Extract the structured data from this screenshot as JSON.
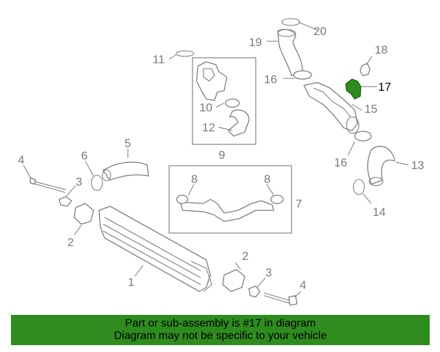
{
  "colors": {
    "banner": "#2e8b1e",
    "highlight_part": "#2e8b1e",
    "line": "#8a8a8a",
    "label": "#7a7a7a"
  },
  "callouts": {
    "c1": "1",
    "c2a": "2",
    "c2b": "2",
    "c3a": "3",
    "c3b": "3",
    "c4a": "4",
    "c4b": "4",
    "c5": "5",
    "c6": "6",
    "c7": "7",
    "c8a": "8",
    "c8b": "8",
    "c9": "9",
    "c10": "10",
    "c11": "11",
    "c12": "12",
    "c13": "13",
    "c14": "14",
    "c15": "15",
    "c16a": "16",
    "c16b": "16",
    "c17": "17",
    "c18": "18",
    "c19": "19",
    "c20": "20"
  },
  "highlighted_part": "17",
  "banner": {
    "line1": "Part or sub-assembly is #17 in diagram",
    "line2": "Diagram may not be specific to your vehicle"
  }
}
